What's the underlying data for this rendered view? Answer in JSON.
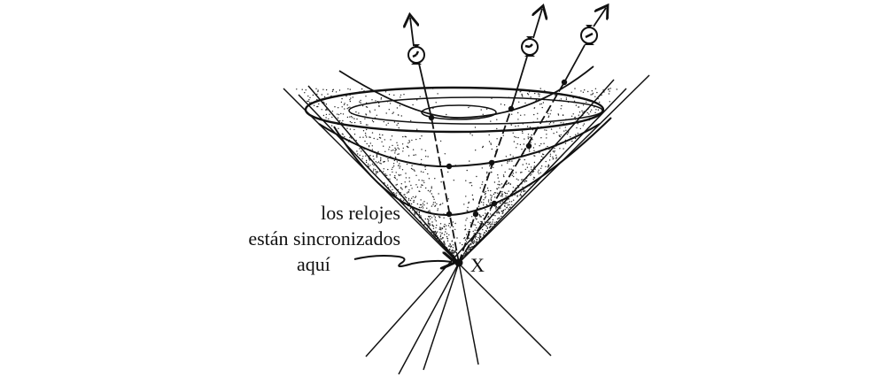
{
  "annotation": {
    "line1": "los relojes",
    "line2": "están sincronizados",
    "line3": "aquí"
  },
  "event_label": "X",
  "icons": [
    "clock-icon",
    "clock-icon",
    "clock-icon"
  ],
  "colors": {
    "ink": "#111111",
    "background": "#ffffff"
  }
}
